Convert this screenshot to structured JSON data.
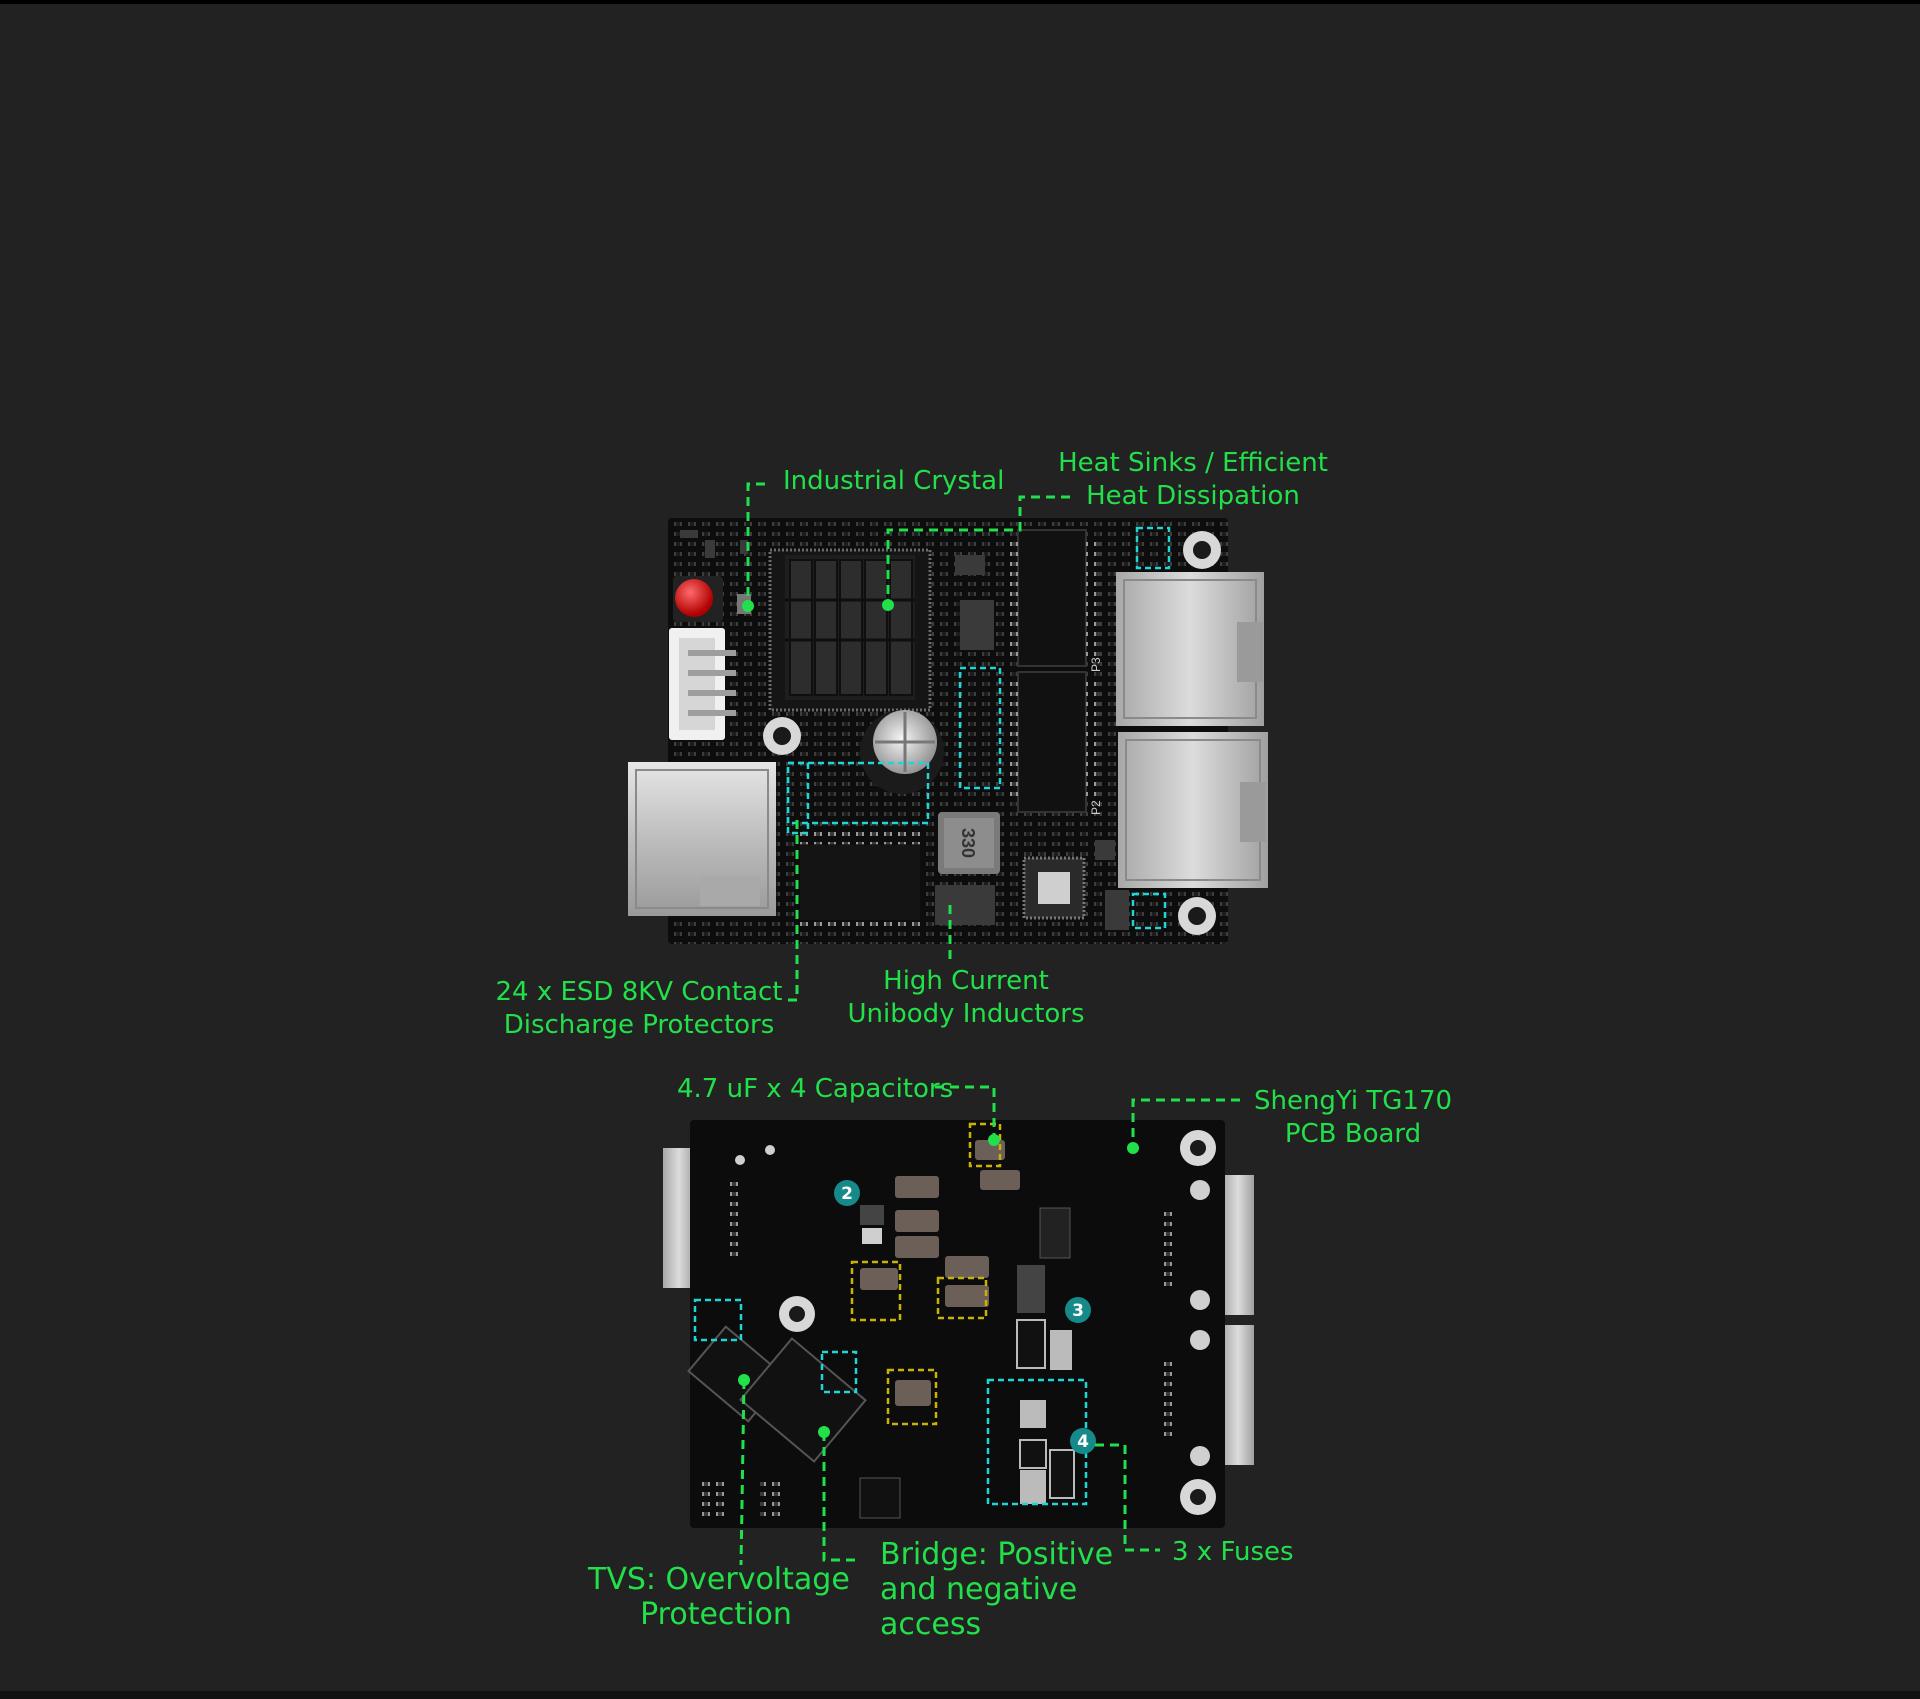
{
  "colors": {
    "background": "#222222",
    "annotation_green": "#22e04a",
    "highlight_cyan": "#1ed6d6",
    "highlight_yellow": "#c8b400",
    "pcb_black": "#0d0d0d",
    "badge_teal": "#168a8a"
  },
  "top_board": {
    "labels": {
      "industrial_crystal": "Industrial Crystal",
      "heat_sinks_line1": "Heat Sinks / Efficient",
      "heat_sinks_line2": "Heat Dissipation",
      "esd_line1": "24 x ESD 8KV Contact",
      "esd_line2": "Discharge Protectors",
      "inductors_line1": "High Current",
      "inductors_line2": "Unibody Inductors"
    },
    "port_labels": {
      "p3": "P3",
      "p2": "P2"
    },
    "inductor_marking": "330"
  },
  "bottom_board": {
    "labels": {
      "capacitors": "4.7 uF x 4 Capacitors",
      "pcb_line1": "ShengYi TG170",
      "pcb_line2": "PCB Board",
      "tvs_line1": "TVS: Overvoltage",
      "tvs_line2": "Protection",
      "bridge_line1": "Bridge: Positive",
      "bridge_line2": "and negative",
      "bridge_line3": "access",
      "fuses": "3 x Fuses"
    },
    "badges": [
      "2",
      "3",
      "4"
    ]
  }
}
